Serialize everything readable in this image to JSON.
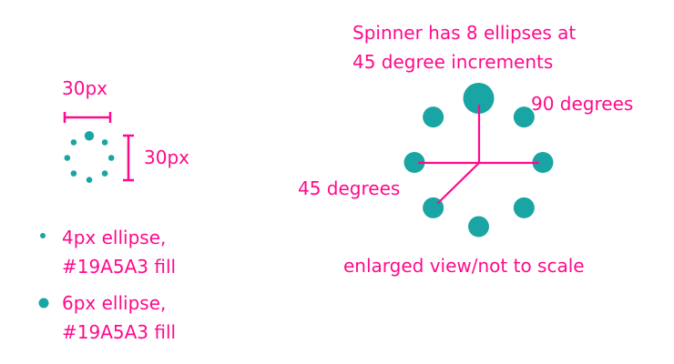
{
  "colors": {
    "annotation": "#FF0A8C",
    "dot_fill": "#19A5A3",
    "background": "#FFFFFF"
  },
  "small_spinner": {
    "width_label": "30px",
    "height_label": "30px",
    "dot_count": 8,
    "increment_degrees": 45
  },
  "legend": {
    "items": [
      {
        "size": "small",
        "line1": "4px ellipse,",
        "line2": "#19A5A3 fill"
      },
      {
        "size": "large",
        "line1": "6px ellipse,",
        "line2": "#19A5A3 fill"
      }
    ]
  },
  "enlarged": {
    "title_line1": "Spinner has 8 ellipses at",
    "title_line2": "45 degree increments",
    "angle_90_label": "90 degrees",
    "angle_45_label": "45 degrees",
    "caption": "enlarged view/not to scale",
    "dot_count": 8,
    "increment_degrees": 45
  }
}
